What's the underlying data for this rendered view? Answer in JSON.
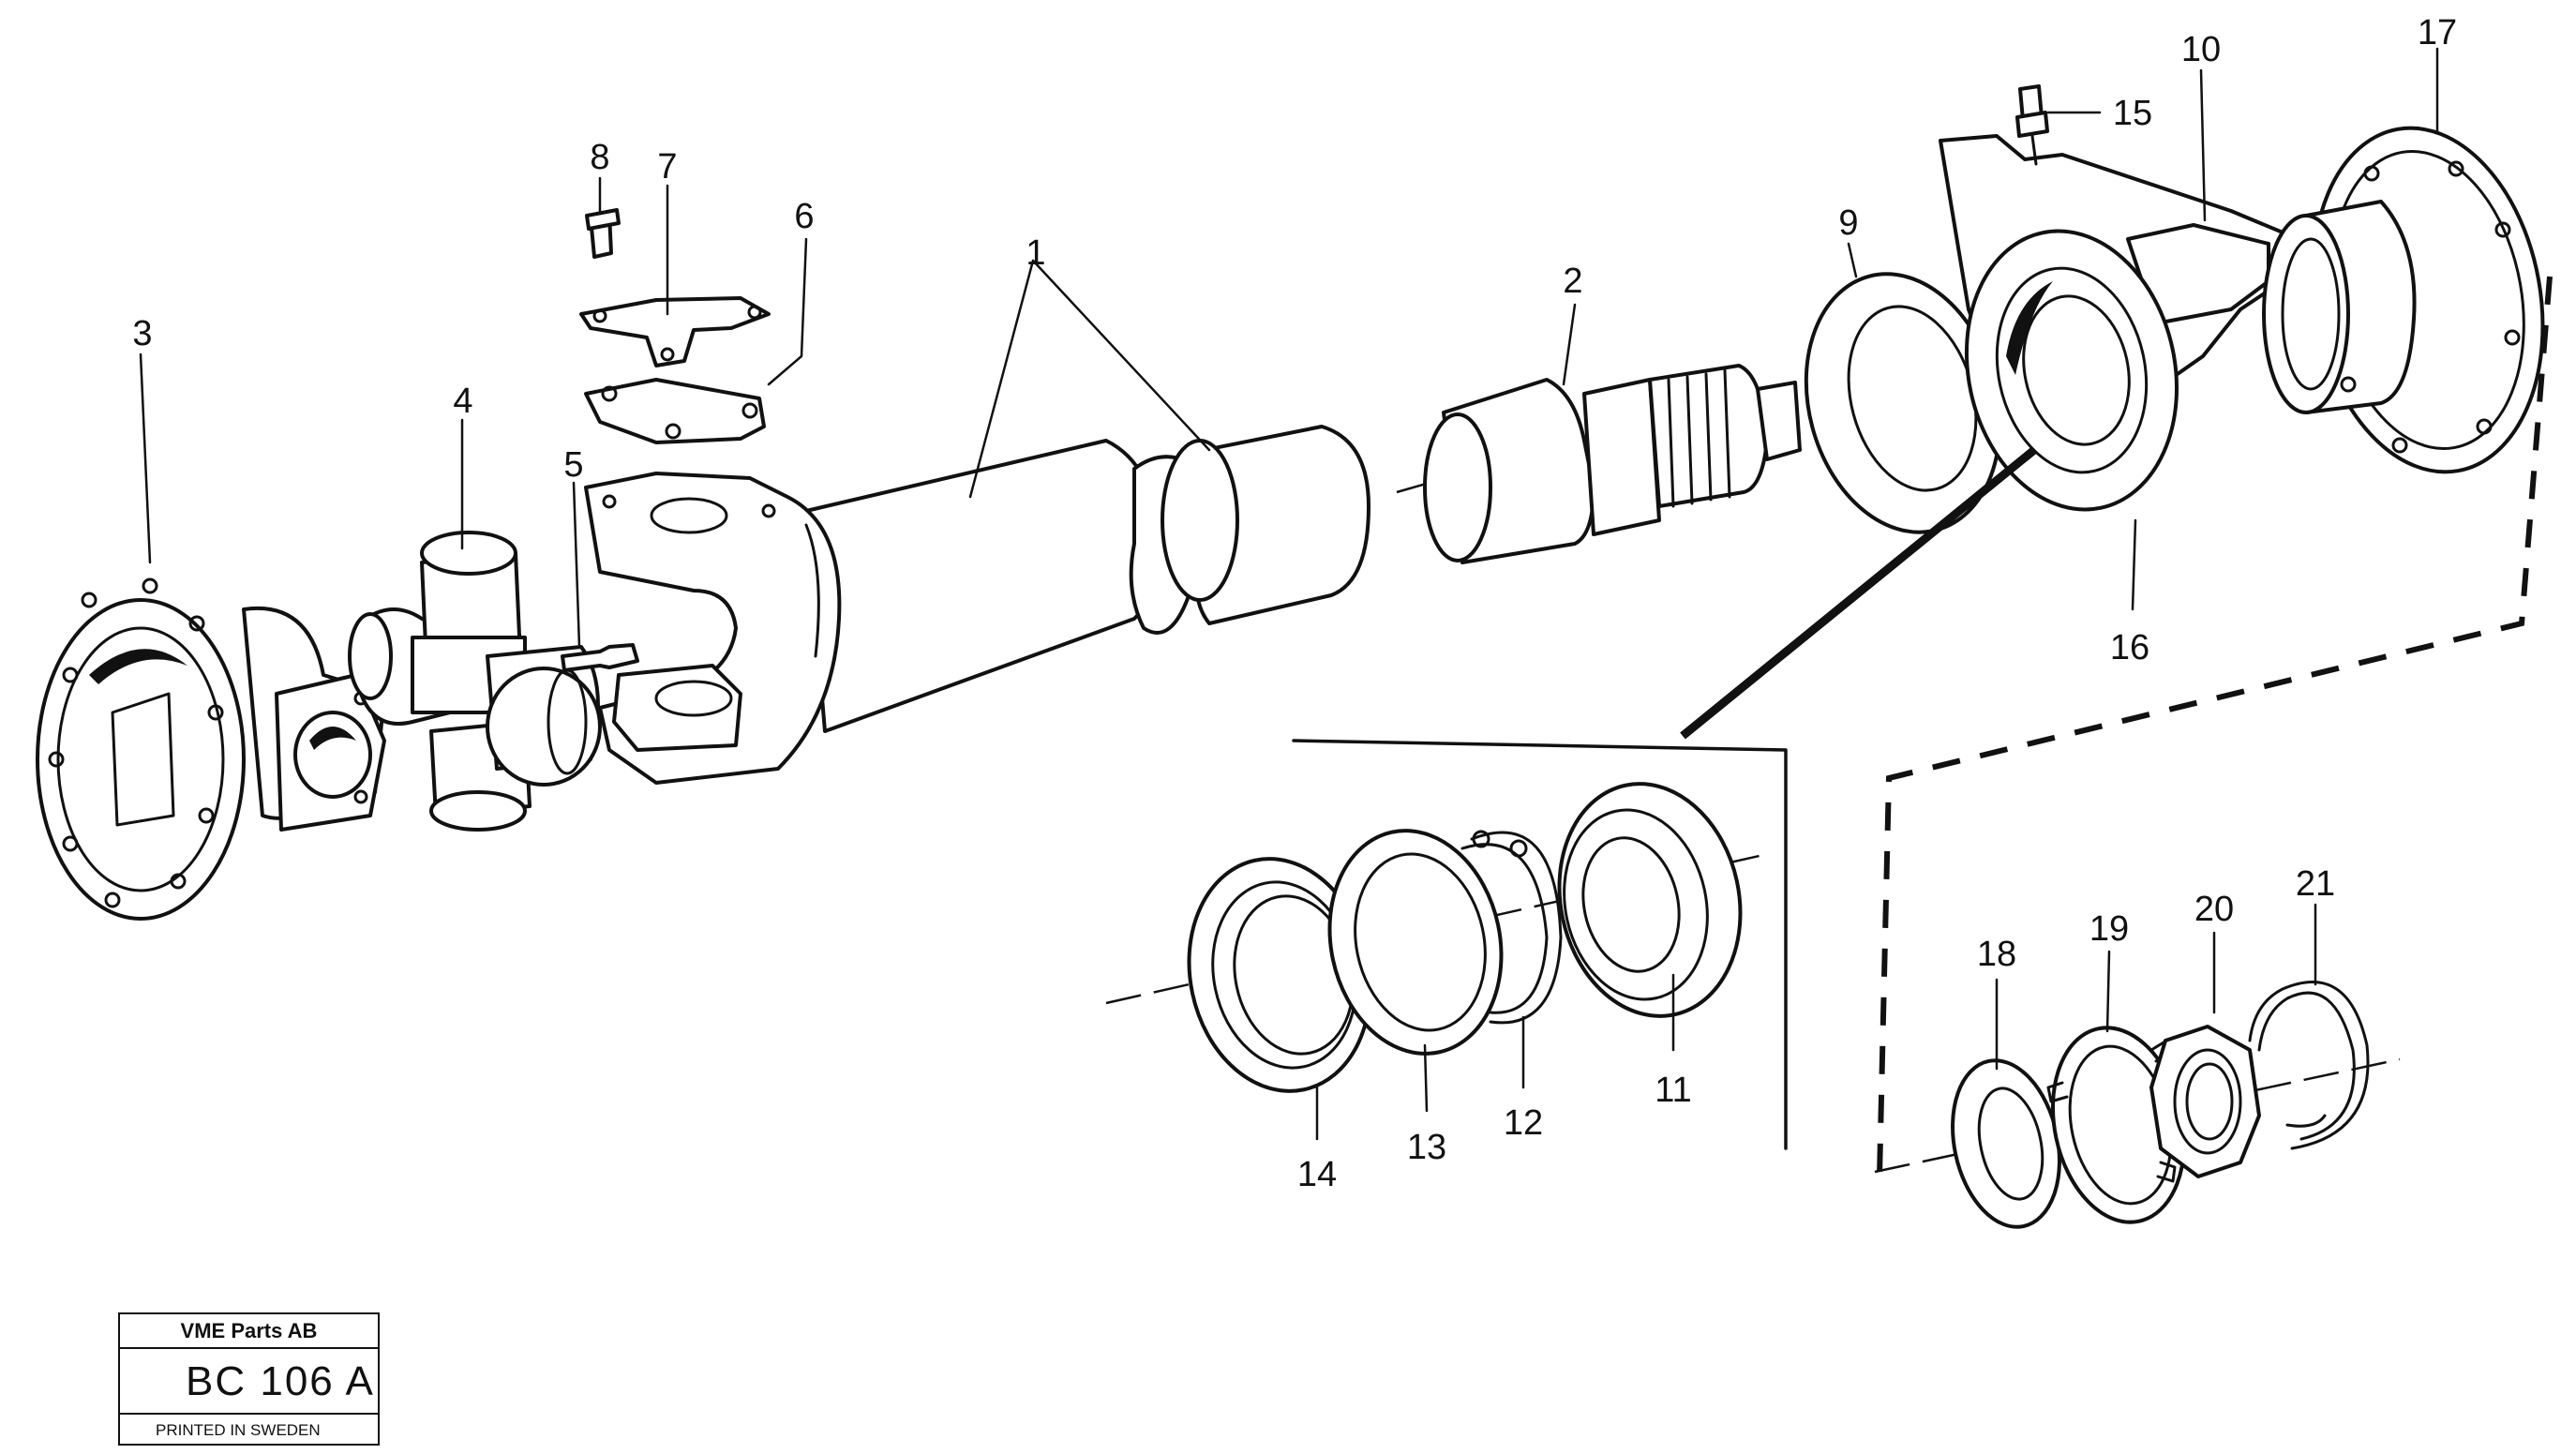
{
  "diagram": {
    "callouts": {
      "c1": "1",
      "c2": "2",
      "c3": "3",
      "c4": "4",
      "c5": "5",
      "c6": "6",
      "c7": "7",
      "c8": "8",
      "c9": "9",
      "c10": "10",
      "c11": "11",
      "c12": "12",
      "c13": "13",
      "c14": "14",
      "c15": "15",
      "c16": "16",
      "c17": "17",
      "c18": "18",
      "c19": "19",
      "c20": "20",
      "c21": "21"
    }
  },
  "stamp": {
    "company": "VME Parts AB",
    "code": "BC 106 A",
    "printed": "PRINTED IN SWEDEN"
  }
}
